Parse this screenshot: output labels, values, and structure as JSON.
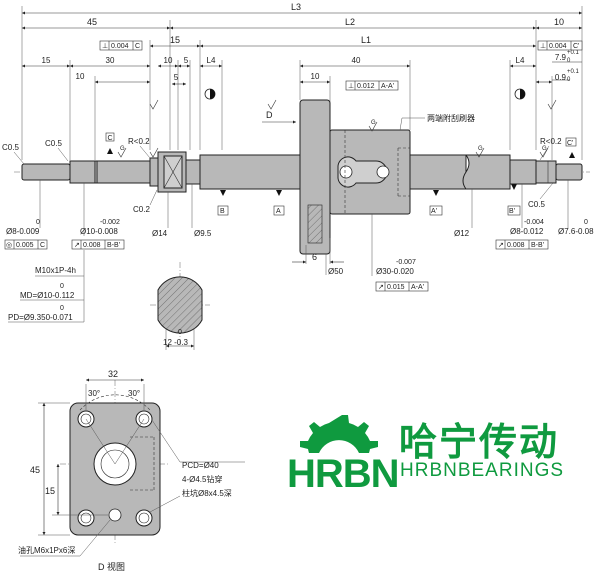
{
  "dims": {
    "L3": "L3",
    "L2": "L2",
    "L1": "L1",
    "d45": "45",
    "d10a": "10",
    "d15a": "15",
    "d30": "30",
    "d10b": "10",
    "d10c": "10",
    "d5a": "5",
    "d5b": "5",
    "L4a": "L4",
    "d40": "40",
    "d10d": "10",
    "L4b": "L4",
    "d10e": "10",
    "tol_79": "7.9",
    "tol_79_up": "+0.1",
    "tol_79_lo": "0",
    "tol_09": "0.9",
    "tol_09_up": "+0.1",
    "tol_09_lo": "0",
    "d6": "6",
    "d50": "Ø50",
    "d30tol_a": "-0.007",
    "d30tol_b": "Ø30-0.020",
    "c05a": "C0.5",
    "c05b": "C0.5",
    "r02a": "R<0.2",
    "c02": "C0.2",
    "r02b": "R<0.2",
    "c05c": "C0.5",
    "d8a": "0",
    "d8b": "Ø8-0.009",
    "d10tol_a": "-0.002",
    "d10tol_b": "Ø10-0.008",
    "d14": "Ø14",
    "d95": "Ø9.5",
    "d12": "Ø12",
    "d8r_a": "-0.004",
    "d8r_b": "Ø8-0.012",
    "d76a": "0",
    "d76b": "Ø7.6-0.08",
    "thread": "M10x1P-4h",
    "md_a": "0",
    "md_b": "MD=Ø10-0.112",
    "pd_a": "0",
    "pd_b": "PD=Ø9.350-0.071",
    "flat_a": "0",
    "flat_b": "12 -0.3",
    "dir_D": "D",
    "fl_32": "32",
    "fl_30a": "30°",
    "fl_30b": "30°",
    "fl_45": "45",
    "fl_15": "15",
    "pcd": "PCD=Ø40",
    "hole": "4-Ø4.5钻穿",
    "cbore": "柱坑Ø8x4.5深",
    "oilhole": "油孔M6x1Px6深",
    "view": "D 视图"
  },
  "tolerance_frames": {
    "f1": [
      "⊥",
      "0.004",
      "C"
    ],
    "f2": [
      "⊥",
      "0.004",
      "C'"
    ],
    "f3": [
      "⊥",
      "0.012",
      "A-A'"
    ],
    "f4": [
      "◎",
      "0.005",
      "C"
    ],
    "f5": [
      "↗",
      "0.008",
      "B-B'"
    ],
    "f6": [
      "↗",
      "0.015",
      "A-A'"
    ],
    "f7": [
      "↗",
      "0.008",
      "B-B'"
    ]
  },
  "datums": {
    "c": "C",
    "cp": "C'",
    "b": "B",
    "a": "A",
    "ap": "A'",
    "bp": "B'"
  },
  "surface": {
    "g": "G"
  },
  "notes": {
    "wiper": "两端附刮刷器"
  },
  "brand": {
    "cn": "哈宁传动",
    "en": "HRBNBEARINGS",
    "mark": "HRBN",
    "color": "#0f9a3f"
  }
}
